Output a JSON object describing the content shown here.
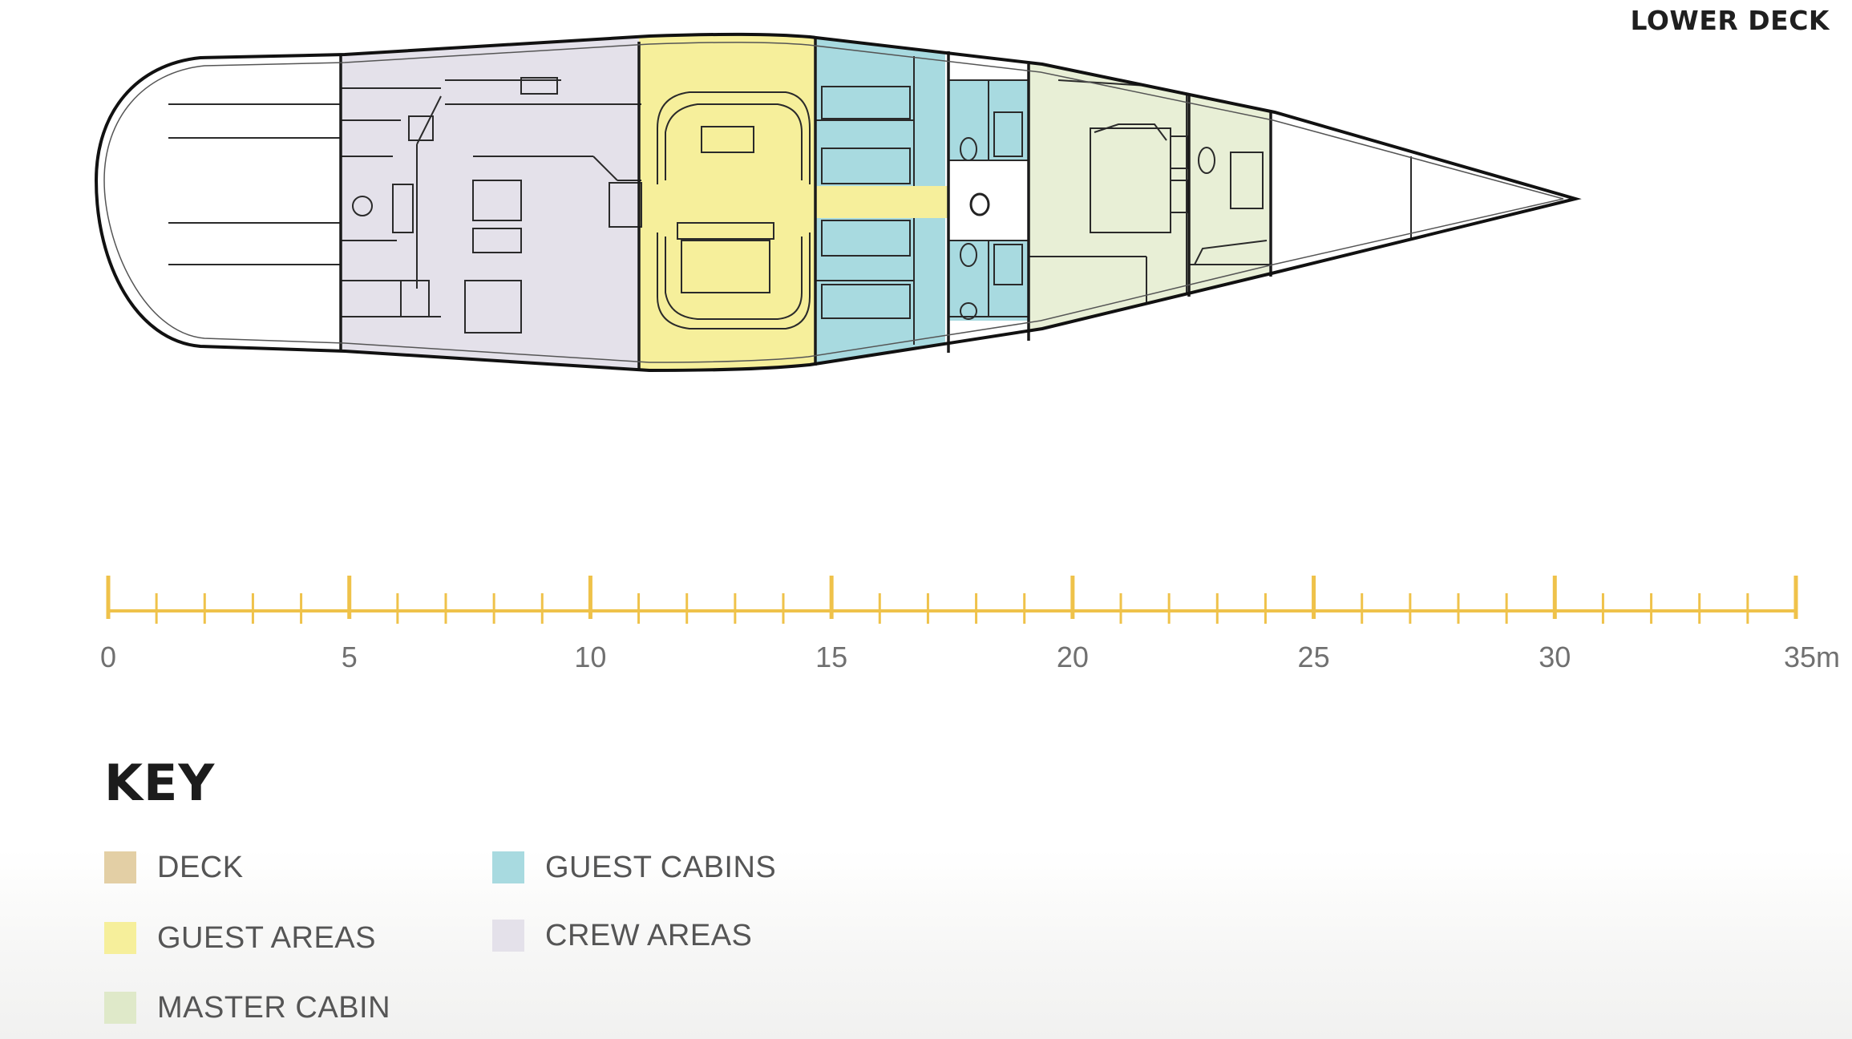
{
  "title": "LOWER DECK",
  "key": {
    "title": "KEY",
    "items": [
      {
        "label": "DECK",
        "color": "#e3cfa5"
      },
      {
        "label": "GUEST AREAS",
        "color": "#f6ef9b"
      },
      {
        "label": "MASTER CABIN",
        "color": "#dfe9c9"
      },
      {
        "label": "GUEST CABINS",
        "color": "#a8dae0"
      },
      {
        "label": "CREW AREAS",
        "color": "#e4e1ea"
      }
    ]
  },
  "scale": {
    "labels": [
      "0",
      "5",
      "10",
      "15",
      "20",
      "25",
      "30",
      "35m"
    ],
    "color": "#efc24a"
  },
  "zone_colors": {
    "crew": "#e4e1ea",
    "guest_areas": "#f6ef9b",
    "guest_cabins": "#a8dae0",
    "master": "#e8efd6"
  }
}
